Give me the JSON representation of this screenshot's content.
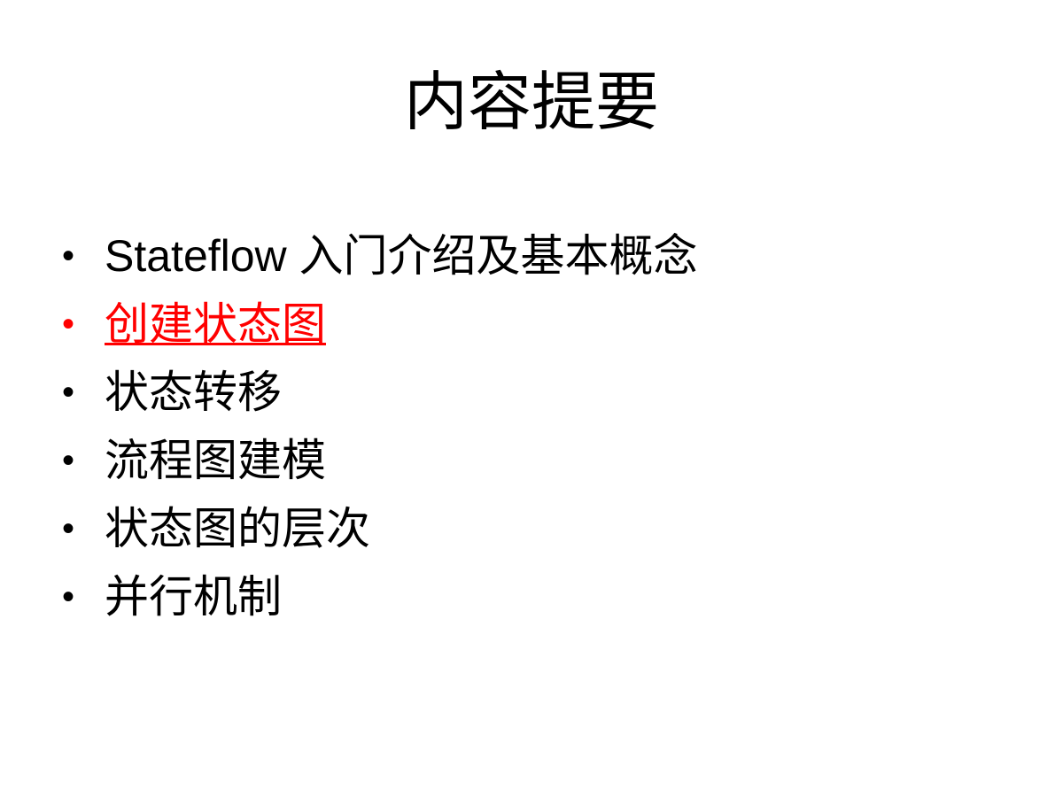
{
  "slide": {
    "title": "内容提要",
    "bullet_symbol": "•",
    "items": [
      {
        "label": "Stateflow 入门介绍及基本概念",
        "active": false
      },
      {
        "label": "创建状态图",
        "active": true
      },
      {
        "label": "状态转移",
        "active": false
      },
      {
        "label": "流程图建模",
        "active": false
      },
      {
        "label": "状态图的层次",
        "active": false
      },
      {
        "label": "并行机制",
        "active": false
      }
    ],
    "colors": {
      "active": "#ff0000",
      "text": "#000000",
      "background": "#ffffff"
    }
  }
}
